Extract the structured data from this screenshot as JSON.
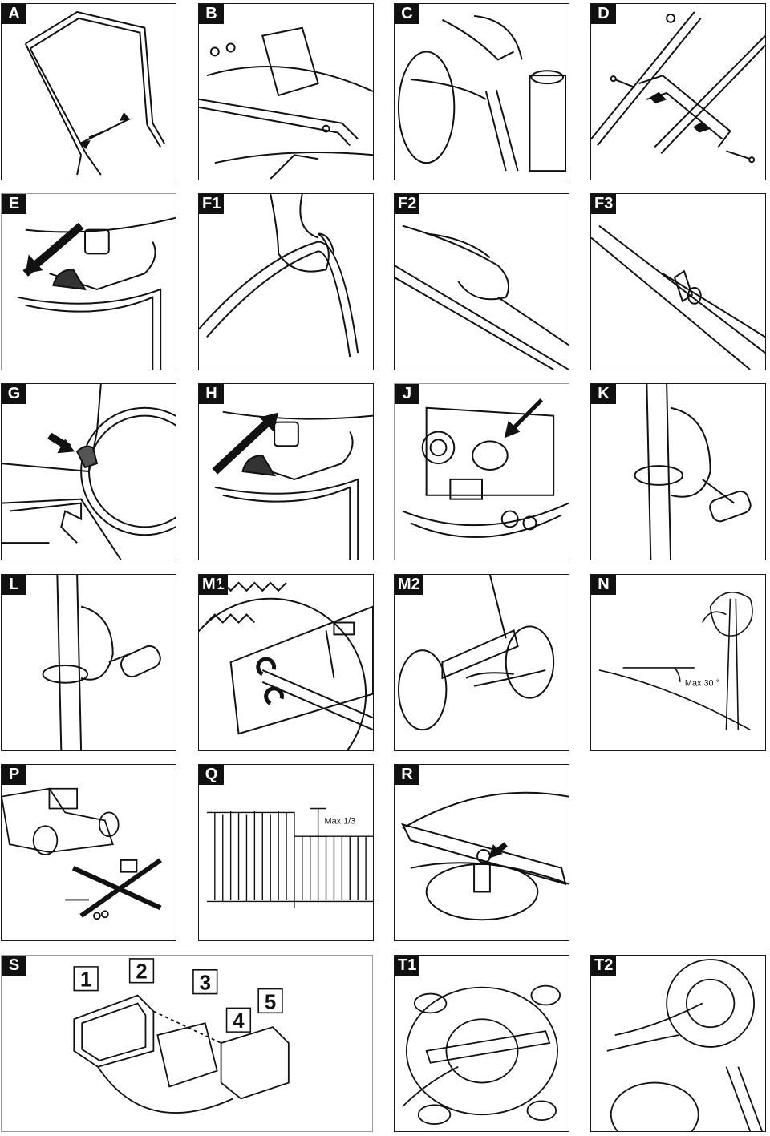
{
  "panels": {
    "A": "A",
    "B": "B",
    "C": "C",
    "D": "D",
    "E": "E",
    "F1": "F1",
    "F2": "F2",
    "F3": "F3",
    "G": "G",
    "H": "H",
    "J": "J",
    "K": "K",
    "L": "L",
    "M1": "M1",
    "M2": "M2",
    "N": "N",
    "P": "P",
    "Q": "Q",
    "R": "R",
    "S": "S",
    "T1": "T1",
    "T2": "T2"
  },
  "annotations": {
    "slope": "Max 30 °",
    "grass": "Max 1/3"
  },
  "air_filter_parts": [
    "1",
    "2",
    "3",
    "4",
    "5"
  ]
}
